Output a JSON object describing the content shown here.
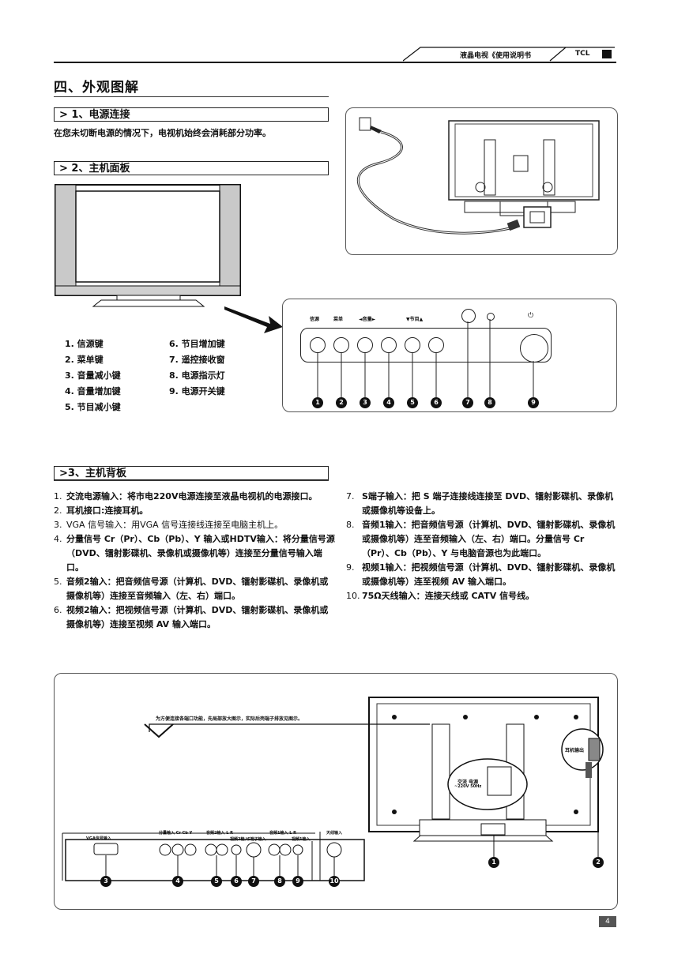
{
  "header": {
    "manual_title": "液晶电视《使用说明书",
    "brand": "TCL"
  },
  "chapter_title": "四、外观图解",
  "sections": {
    "power": {
      "heading": "1、电源连接",
      "note": "在您未切断电源的情况下，电视机始终会消耗部分功率。"
    },
    "front": {
      "heading": "2、主机面板",
      "panel_labels": [
        "信源",
        "菜单",
        "◄音量►",
        "▼节目▲"
      ],
      "power_symbol": "⏻",
      "button_numbers": [
        "1",
        "2",
        "3",
        "4",
        "5",
        "6",
        "7",
        "8",
        "9"
      ],
      "items": [
        "1.  信源键",
        "2.  菜单键",
        "3.  音量减小键",
        "4.  音量增加键",
        "5.  节目减小键",
        "6.  节目增加键",
        "7.  遥控接收窗",
        "8.  电源指示灯",
        "9.  电源开关键"
      ]
    },
    "back": {
      "heading": "3、主机背板",
      "items_left": [
        {
          "n": "1.",
          "t": "交流电源输入：将市电220V电源连接至液晶电视机的电源接口。"
        },
        {
          "n": "2.",
          "t": "耳机接口:连接耳机。"
        },
        {
          "n": "3.",
          "t": " VGA 信号输入：用VGA 信号连接线连接至电脑主机上。"
        },
        {
          "n": "4.",
          "t": "分量信号 Cr（Pr）、Cb（Pb）、Y 输入或HDTV输入：将分量信号源（DVD、镭射影碟机、录像机或摄像机等）连接至分量信号输入端口。"
        },
        {
          "n": "5.",
          "t": "音频2输入：把音频信号源（计算机、DVD、镭射影碟机、录像机或摄像机等）连接至音频输入（左、右）端口。"
        },
        {
          "n": "6.",
          "t": "视频2输入：把视频信号源（计算机、DVD、镭射影碟机、录像机或摄像机等）连接至视频 AV 输入端口。"
        }
      ],
      "items_right": [
        {
          "n": "7.",
          "t": "S端子输入：把 S 端子连接线连接至 DVD、镭射影碟机、录像机或摄像机等设备上。"
        },
        {
          "n": "8.",
          "t": "音频1输入：把音频信号源（计算机、DVD、镭射影碟机、录像机或摄像机等）连至音频输入（左、右）端口。分量信号 Cr（Pr）、Cb（Pb）、Y 与电脑音源也为此端口。"
        },
        {
          "n": "9.",
          "t": "视频1输入：把视频信号源（计算机、DVD、镭射影碟机、录像机或摄像机等）连至视频 AV 输入端口。"
        },
        {
          "n": "10.",
          "t": "75Ω天线输入：连接天线或 CATV 信号线。"
        }
      ],
      "diagram_note": "为方便连接各端口功能，先局部放大图示，实际后壳端子排放见图示。",
      "earphone_label": "耳机输出",
      "ac_label_1": "交流 电源",
      "ac_label_2": "~220V 50Hz",
      "port_labels": [
        "VGA信号输入",
        "分量输入 Cr Cb Y",
        "音频2输入 L R",
        "视频2输入",
        "S端子输入",
        "音频1输入 L R",
        "视频1输入",
        "天线输入"
      ],
      "port_numbers": [
        "3",
        "4",
        "5",
        "6",
        "7",
        "8",
        "9",
        "10"
      ],
      "callout_numbers": [
        "1",
        "2"
      ]
    }
  },
  "page_number": "4"
}
